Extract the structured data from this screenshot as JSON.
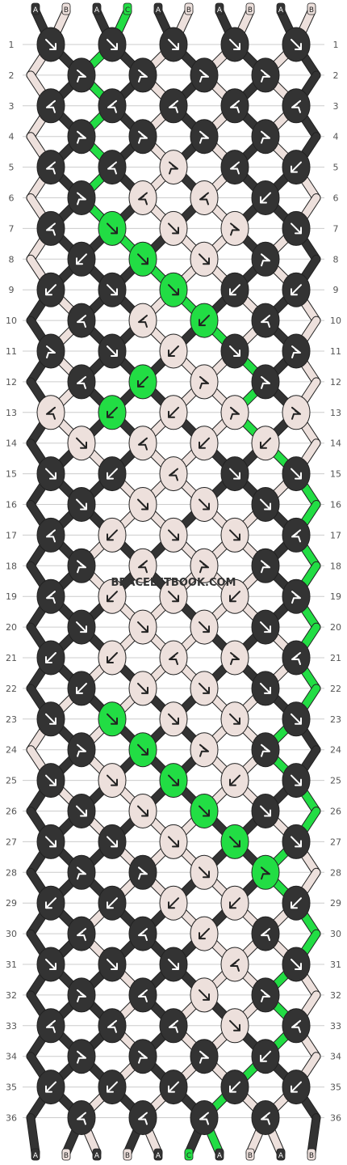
{
  "watermark": "BRACELETBOOK.COM",
  "colors": {
    "A": "#333333",
    "B": "#ede0dc",
    "C": "#22dd44",
    "arrow_on_dark": "#ffffff",
    "arrow_on_light": "#222222",
    "grid_line": "#cccccc",
    "label_text": "#555555"
  },
  "top_strings": [
    "A",
    "B",
    "A",
    "C",
    "A",
    "B",
    "A",
    "B",
    "A",
    "B"
  ],
  "bottom_strings": [
    "A",
    "B",
    "A",
    "B",
    "A",
    "C",
    "A",
    "B",
    "A",
    "B"
  ],
  "rows": [
    {
      "label": "1",
      "knots": [
        {
          "c": "A",
          "d": "se"
        },
        {
          "c": "A",
          "d": "se"
        },
        {
          "c": "A",
          "d": "se"
        },
        {
          "c": "A",
          "d": "se"
        },
        {
          "c": "A",
          "d": "se"
        }
      ]
    },
    {
      "label": "2",
      "knots": [
        {
          "c": "A",
          "d": "fse"
        },
        {
          "c": "A",
          "d": "fse"
        },
        {
          "c": "A",
          "d": "fse"
        },
        {
          "c": "A",
          "d": "fse"
        }
      ]
    },
    {
      "label": "3",
      "knots": [
        {
          "c": "A",
          "d": "fsw"
        },
        {
          "c": "A",
          "d": "fsw"
        },
        {
          "c": "A",
          "d": "fsw"
        },
        {
          "c": "A",
          "d": "fsw"
        },
        {
          "c": "A",
          "d": "fsw"
        }
      ]
    },
    {
      "label": "4",
      "knots": [
        {
          "c": "A",
          "d": "fse"
        },
        {
          "c": "A",
          "d": "fse"
        },
        {
          "c": "A",
          "d": "fse"
        },
        {
          "c": "A",
          "d": "fse"
        }
      ]
    },
    {
      "label": "5",
      "knots": [
        {
          "c": "A",
          "d": "fsw"
        },
        {
          "c": "A",
          "d": "fsw"
        },
        {
          "c": "B",
          "d": "fse"
        },
        {
          "c": "A",
          "d": "fsw"
        },
        {
          "c": "A",
          "d": "sw"
        }
      ]
    },
    {
      "label": "6",
      "knots": [
        {
          "c": "A",
          "d": "fse"
        },
        {
          "c": "B",
          "d": "fsw"
        },
        {
          "c": "B",
          "d": "fsw"
        },
        {
          "c": "A",
          "d": "sw"
        }
      ]
    },
    {
      "label": "7",
      "knots": [
        {
          "c": "A",
          "d": "fsw"
        },
        {
          "c": "C",
          "d": "se"
        },
        {
          "c": "B",
          "d": "se"
        },
        {
          "c": "B",
          "d": "fse"
        },
        {
          "c": "A",
          "d": "se"
        }
      ]
    },
    {
      "label": "8",
      "knots": [
        {
          "c": "A",
          "d": "sw"
        },
        {
          "c": "C",
          "d": "se"
        },
        {
          "c": "B",
          "d": "se"
        },
        {
          "c": "A",
          "d": "fse"
        }
      ]
    },
    {
      "label": "9",
      "knots": [
        {
          "c": "A",
          "d": "sw"
        },
        {
          "c": "A",
          "d": "se"
        },
        {
          "c": "C",
          "d": "se"
        },
        {
          "c": "A",
          "d": "sw"
        },
        {
          "c": "A",
          "d": "sw"
        }
      ]
    },
    {
      "label": "10",
      "knots": [
        {
          "c": "A",
          "d": "fsw"
        },
        {
          "c": "B",
          "d": "fsw"
        },
        {
          "c": "C",
          "d": "sw"
        },
        {
          "c": "A",
          "d": "fsw"
        }
      ]
    },
    {
      "label": "11",
      "knots": [
        {
          "c": "A",
          "d": "fse"
        },
        {
          "c": "A",
          "d": "se"
        },
        {
          "c": "B",
          "d": "sw"
        },
        {
          "c": "A",
          "d": "se"
        },
        {
          "c": "A",
          "d": "fse"
        }
      ]
    },
    {
      "label": "12",
      "knots": [
        {
          "c": "A",
          "d": "fsw"
        },
        {
          "c": "C",
          "d": "sw"
        },
        {
          "c": "B",
          "d": "fse"
        },
        {
          "c": "A",
          "d": "fse"
        }
      ]
    },
    {
      "label": "13",
      "knots": [
        {
          "c": "B",
          "d": "fsw"
        },
        {
          "c": "C",
          "d": "sw"
        },
        {
          "c": "B",
          "d": "sw"
        },
        {
          "c": "B",
          "d": "fse"
        },
        {
          "c": "B",
          "d": "fse"
        }
      ]
    },
    {
      "label": "14",
      "knots": [
        {
          "c": "B",
          "d": "se"
        },
        {
          "c": "B",
          "d": "fsw"
        },
        {
          "c": "B",
          "d": "sw"
        },
        {
          "c": "B",
          "d": "sw"
        }
      ]
    },
    {
      "label": "15",
      "knots": [
        {
          "c": "A",
          "d": "se"
        },
        {
          "c": "A",
          "d": "sw"
        },
        {
          "c": "B",
          "d": "fsw"
        },
        {
          "c": "A",
          "d": "se"
        },
        {
          "c": "A",
          "d": "se"
        }
      ]
    },
    {
      "label": "16",
      "knots": [
        {
          "c": "A",
          "d": "se"
        },
        {
          "c": "B",
          "d": "se"
        },
        {
          "c": "B",
          "d": "se"
        },
        {
          "c": "A",
          "d": "se"
        }
      ]
    },
    {
      "label": "17",
      "knots": [
        {
          "c": "A",
          "d": "fsw"
        },
        {
          "c": "B",
          "d": "sw"
        },
        {
          "c": "B",
          "d": "se"
        },
        {
          "c": "B",
          "d": "se"
        },
        {
          "c": "A",
          "d": "fsw"
        }
      ]
    },
    {
      "label": "18",
      "knots": [
        {
          "c": "A",
          "d": "fse"
        },
        {
          "c": "B",
          "d": "fsw"
        },
        {
          "c": "B",
          "d": "fse"
        },
        {
          "c": "A",
          "d": "fse"
        }
      ]
    },
    {
      "label": "19",
      "knots": [
        {
          "c": "A",
          "d": "fsw"
        },
        {
          "c": "B",
          "d": "sw"
        },
        {
          "c": "B",
          "d": "se"
        },
        {
          "c": "B",
          "d": "sw"
        },
        {
          "c": "A",
          "d": "fse"
        }
      ]
    },
    {
      "label": "20",
      "knots": [
        {
          "c": "A",
          "d": "se"
        },
        {
          "c": "B",
          "d": "se"
        },
        {
          "c": "B",
          "d": "se"
        },
        {
          "c": "A",
          "d": "se"
        }
      ]
    },
    {
      "label": "21",
      "knots": [
        {
          "c": "A",
          "d": "sw"
        },
        {
          "c": "B",
          "d": "sw"
        },
        {
          "c": "B",
          "d": "fsw"
        },
        {
          "c": "B",
          "d": "fse"
        },
        {
          "c": "A",
          "d": "fsw"
        }
      ]
    },
    {
      "label": "22",
      "knots": [
        {
          "c": "A",
          "d": "sw"
        },
        {
          "c": "B",
          "d": "se"
        },
        {
          "c": "B",
          "d": "se"
        },
        {
          "c": "A",
          "d": "se"
        }
      ]
    },
    {
      "label": "23",
      "knots": [
        {
          "c": "A",
          "d": "se"
        },
        {
          "c": "C",
          "d": "se"
        },
        {
          "c": "B",
          "d": "se"
        },
        {
          "c": "B",
          "d": "se"
        },
        {
          "c": "A",
          "d": "se"
        }
      ]
    },
    {
      "label": "24",
      "knots": [
        {
          "c": "A",
          "d": "fse"
        },
        {
          "c": "C",
          "d": "se"
        },
        {
          "c": "B",
          "d": "fse"
        },
        {
          "c": "A",
          "d": "fse"
        }
      ]
    },
    {
      "label": "25",
      "knots": [
        {
          "c": "A",
          "d": "se"
        },
        {
          "c": "B",
          "d": "se"
        },
        {
          "c": "C",
          "d": "se"
        },
        {
          "c": "B",
          "d": "sw"
        },
        {
          "c": "A",
          "d": "se"
        }
      ]
    },
    {
      "label": "26",
      "knots": [
        {
          "c": "A",
          "d": "se"
        },
        {
          "c": "B",
          "d": "se"
        },
        {
          "c": "C",
          "d": "se"
        },
        {
          "c": "A",
          "d": "se"
        }
      ]
    },
    {
      "label": "27",
      "knots": [
        {
          "c": "A",
          "d": "se"
        },
        {
          "c": "A",
          "d": "se"
        },
        {
          "c": "B",
          "d": "se"
        },
        {
          "c": "C",
          "d": "se"
        },
        {
          "c": "A",
          "d": "se"
        }
      ]
    },
    {
      "label": "28",
      "knots": [
        {
          "c": "A",
          "d": "fse"
        },
        {
          "c": "A",
          "d": "fse"
        },
        {
          "c": "B",
          "d": "se"
        },
        {
          "c": "C",
          "d": "fse"
        }
      ]
    },
    {
      "label": "29",
      "knots": [
        {
          "c": "A",
          "d": "sw"
        },
        {
          "c": "A",
          "d": "sw"
        },
        {
          "c": "B",
          "d": "sw"
        },
        {
          "c": "B",
          "d": "sw"
        },
        {
          "c": "A",
          "d": "sw"
        }
      ]
    },
    {
      "label": "30",
      "knots": [
        {
          "c": "A",
          "d": "fsw"
        },
        {
          "c": "A",
          "d": "fsw"
        },
        {
          "c": "B",
          "d": "sw"
        },
        {
          "c": "A",
          "d": "fsw"
        }
      ]
    },
    {
      "label": "31",
      "knots": [
        {
          "c": "A",
          "d": "se"
        },
        {
          "c": "A",
          "d": "se"
        },
        {
          "c": "A",
          "d": "se"
        },
        {
          "c": "B",
          "d": "fsw"
        },
        {
          "c": "A",
          "d": "se"
        }
      ]
    },
    {
      "label": "32",
      "knots": [
        {
          "c": "A",
          "d": "fse"
        },
        {
          "c": "A",
          "d": "fsw"
        },
        {
          "c": "B",
          "d": "se"
        },
        {
          "c": "A",
          "d": "fse"
        }
      ]
    },
    {
      "label": "33",
      "knots": [
        {
          "c": "A",
          "d": "fsw"
        },
        {
          "c": "A",
          "d": "fsw"
        },
        {
          "c": "A",
          "d": "fsw"
        },
        {
          "c": "B",
          "d": "se"
        },
        {
          "c": "A",
          "d": "fsw"
        }
      ]
    },
    {
      "label": "34",
      "knots": [
        {
          "c": "A",
          "d": "fse"
        },
        {
          "c": "A",
          "d": "fse"
        },
        {
          "c": "A",
          "d": "fse"
        },
        {
          "c": "A",
          "d": "sw"
        }
      ]
    },
    {
      "label": "35",
      "knots": [
        {
          "c": "A",
          "d": "sw"
        },
        {
          "c": "A",
          "d": "sw"
        },
        {
          "c": "A",
          "d": "sw"
        },
        {
          "c": "A",
          "d": "sw"
        },
        {
          "c": "A",
          "d": "sw"
        }
      ]
    },
    {
      "label": "36",
      "knots": [
        {
          "c": "A",
          "d": "fsw"
        },
        {
          "c": "A",
          "d": "fsw"
        },
        {
          "c": "A",
          "d": "fsw"
        },
        {
          "c": "A",
          "d": "fsw"
        }
      ]
    }
  ]
}
